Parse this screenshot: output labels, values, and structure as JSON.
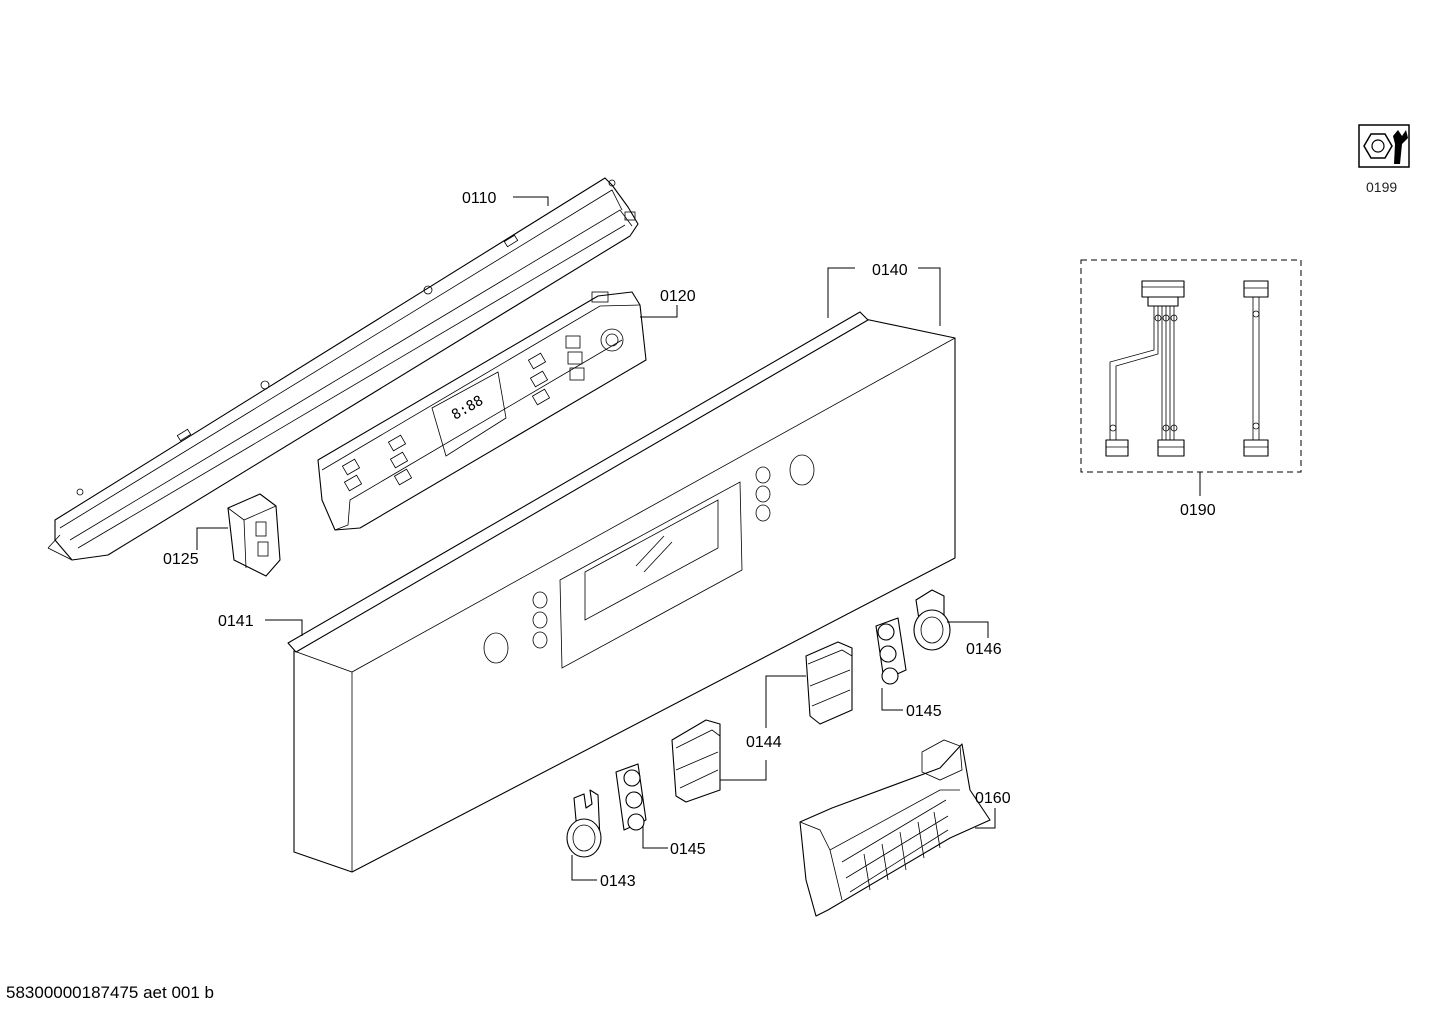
{
  "document_id": "58300000187475 aet 001 b",
  "labels": {
    "p0110": "0110",
    "p0120": "0120",
    "p0125": "0125",
    "p0140": "0140",
    "p0141": "0141",
    "p0143": "0143",
    "p0144": "0144",
    "p0145a": "0145",
    "p0145b": "0145",
    "p0146": "0146",
    "p0160": "0160",
    "p0190": "0190",
    "p0199": "0199"
  },
  "icons": {
    "service_kit": "hex-nut-wrench-icon"
  }
}
